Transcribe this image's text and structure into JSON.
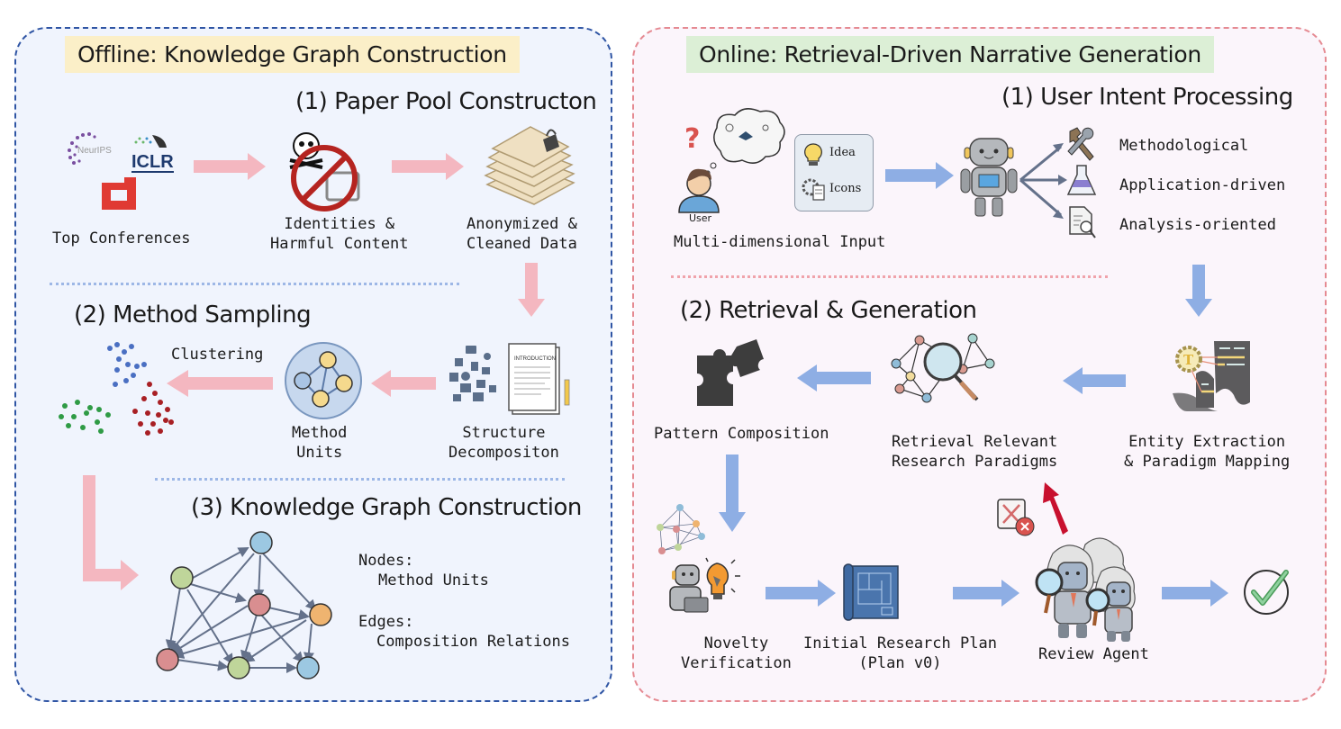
{
  "offline": {
    "banner": "Offline: Knowledge Graph Construction",
    "banner_color": "#fbefc8",
    "border_color": "#2f55a4",
    "arrow_color": "#f4b7c0",
    "section1": {
      "title": "(1) Paper Pool Constructon",
      "logos": [
        "NeurIPS",
        "ICLR"
      ],
      "top_conferences": "Top Conferences",
      "identities_line1": "Identities &",
      "identities_line2": "Harmful Content",
      "anonymized_line1": "Anonymized &",
      "anonymized_line2": "Cleaned Data"
    },
    "section2": {
      "title": "(2) Method Sampling",
      "clustering": "Clustering",
      "method_units_line1": "Method",
      "method_units_line2": "Units",
      "structure_line1": "Structure",
      "structure_line2": "Decompositon",
      "doc_heading": "INTRODUCTION"
    },
    "section3": {
      "title": "(3) Knowledge Graph Construction",
      "nodes_label": "Nodes:",
      "nodes_value": "Method Units",
      "edges_label": "Edges:",
      "edges_value": "Composition Relations"
    }
  },
  "online": {
    "banner": "Online: Retrieval-Driven Narrative Generation",
    "banner_color": "#dcefd6",
    "border_color": "#e58a92",
    "arrow_color": "#8eaee4",
    "reject_arrow_color": "#c8102e",
    "section1": {
      "title": "(1) User Intent Processing",
      "user_label": "User",
      "input_idea": "Idea",
      "input_icons": "Icons",
      "multi_input": "Multi-dimensional Input",
      "intents": [
        "Methodological",
        "Application-driven",
        "Analysis-oriented"
      ]
    },
    "section2": {
      "title": "(2) Retrieval & Generation",
      "pattern": "Pattern Composition",
      "retrieval_line1": "Retrieval Relevant",
      "retrieval_line2": "Research Paradigms",
      "entity_line1": "Entity Extraction",
      "entity_line2": "& Paradigm Mapping",
      "novelty_line1": "Novelty",
      "novelty_line2": "Verification",
      "plan_line1": "Initial Research Plan",
      "plan_line2": "(Plan v0)",
      "review": "Review Agent"
    }
  }
}
